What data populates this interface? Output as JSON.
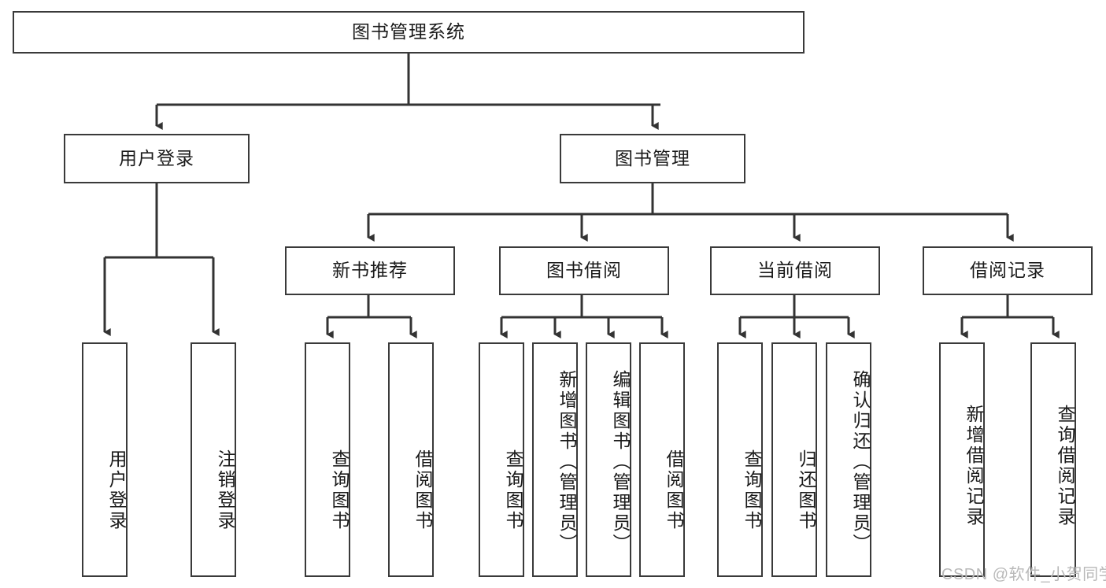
{
  "diagram": {
    "title": "图书管理系统",
    "watermark": "CSDN @软件_小贺同学",
    "colors": {
      "background": "#ffffff",
      "box_stroke": "#3a3a3a",
      "connector": "#333333",
      "text": "#1a1a1a",
      "watermark": "#b9b9b9"
    },
    "root": {
      "label": "图书管理系统"
    },
    "level2": [
      {
        "label": "用户登录"
      },
      {
        "label": "图书管理"
      }
    ],
    "level3": [
      {
        "label": "新书推荐"
      },
      {
        "label": "图书借阅"
      },
      {
        "label": "当前借阅"
      },
      {
        "label": "借阅记录"
      }
    ],
    "leaves": {
      "user_login": [
        {
          "label": "用户登录"
        },
        {
          "label": "注销登录"
        }
      ],
      "new_book_recommend": [
        {
          "label": "查询图书"
        },
        {
          "label": "借阅图书"
        }
      ],
      "book_borrow": [
        {
          "label": "查询图书"
        },
        {
          "label": "新增图书（管理员）"
        },
        {
          "label": "编辑图书（管理员）"
        },
        {
          "label": "借阅图书"
        }
      ],
      "current_borrow": [
        {
          "label": "查询图书"
        },
        {
          "label": "归还图书"
        },
        {
          "label": "确认归还（管理员）"
        }
      ],
      "borrow_record": [
        {
          "label": "新增借阅记录"
        },
        {
          "label": "查询借阅记录"
        }
      ]
    }
  }
}
